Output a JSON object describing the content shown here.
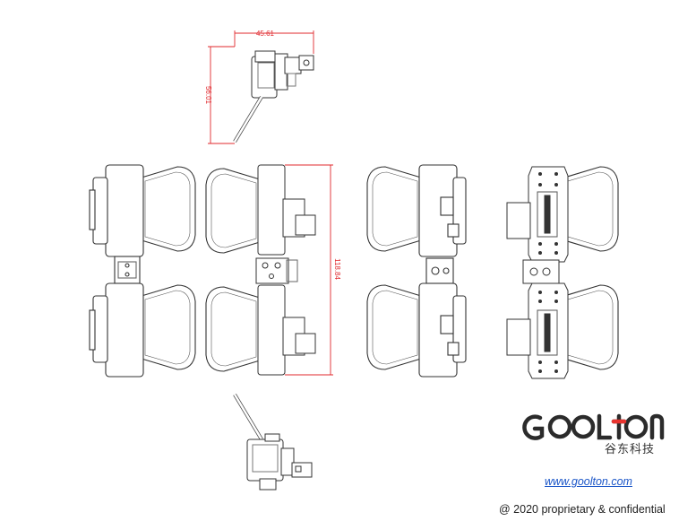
{
  "dimensions": {
    "width_label": "45.61",
    "height_label": "56.01",
    "span_label": "118.84"
  },
  "brand": {
    "logo_text": "GOOLTON",
    "chinese_name": "谷东科技",
    "website": "www.goolton.com",
    "copyright": "@ 2020 proprietary & confidential"
  },
  "colors": {
    "dimension_line": "#e0282d",
    "drawing_line": "#333333",
    "link": "#1a55c8",
    "logo_accent": "#e8342f"
  }
}
